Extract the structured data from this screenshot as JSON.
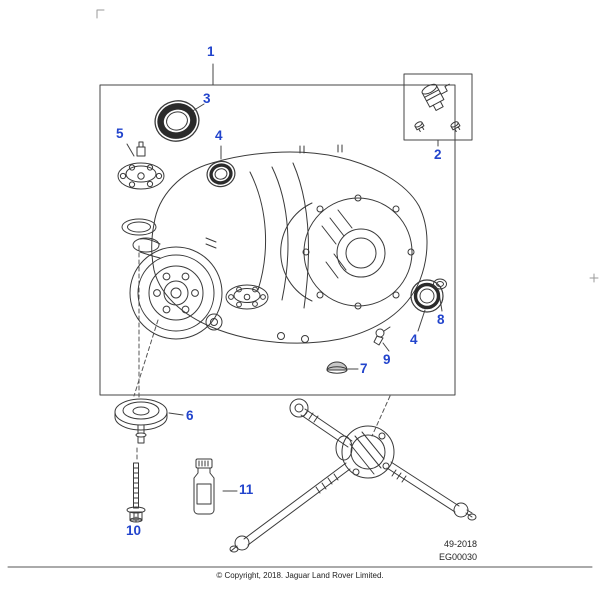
{
  "accent_color": "#2244cc",
  "callouts": {
    "c1": "1",
    "c2": "2",
    "c3": "3",
    "c4a": "4",
    "c4b": "4",
    "c5": "5",
    "c6": "6",
    "c7": "7",
    "c8": "8",
    "c9": "9",
    "c10": "10",
    "c11": "11"
  },
  "footer": {
    "figure_code": "49-2018",
    "image_code": "EG00030",
    "copyright": "© Copyright, 2018. Jaguar Land Rover Limited."
  }
}
